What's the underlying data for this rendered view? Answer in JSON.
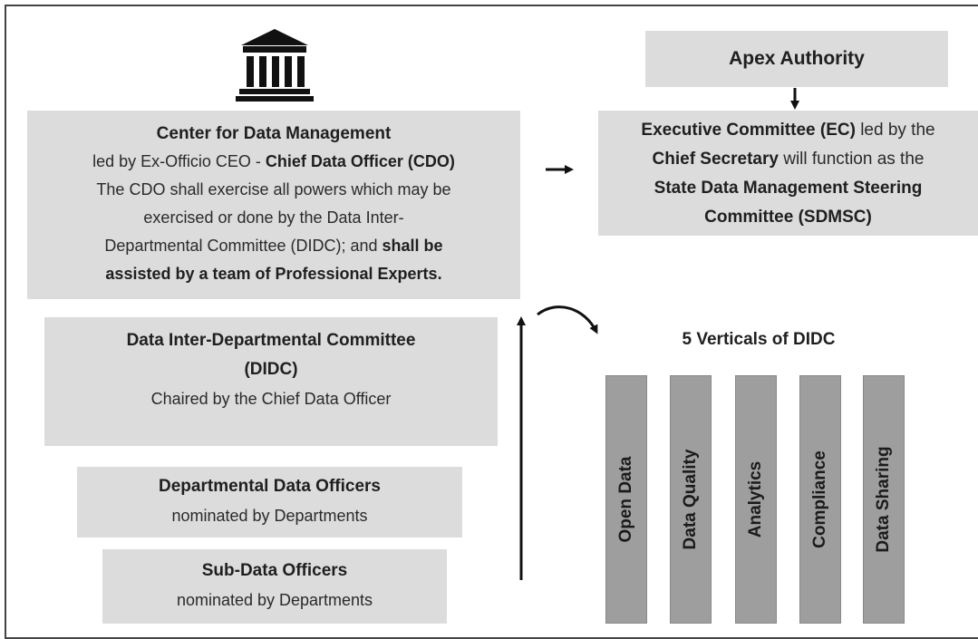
{
  "cdm": {
    "title": "Center for Data Management",
    "line2_a": "led by Ex-Officio CEO - ",
    "line2_b": "Chief Data Officer (CDO)",
    "line3": "The CDO shall exercise all powers which may be",
    "line4": "exercised or done by the Data Inter-",
    "line5_a": "Departmental Committee (DIDC); and ",
    "line5_b": "shall be",
    "line6": "assisted by a team of Professional Experts."
  },
  "apex": {
    "label": "Apex Authority"
  },
  "ec": {
    "l1_a": "Executive Committee (EC)",
    "l1_b": " led by the",
    "l2_a": "Chief Secretary",
    "l2_b": " will function as the",
    "l3": "State Data Management Steering",
    "l4": "Committee (SDMSC)"
  },
  "didc": {
    "l1": "Data Inter-Departmental Committee",
    "l2": "(DIDC)",
    "l3": "Chaired by the Chief Data Officer"
  },
  "ddo": {
    "title": "Departmental Data Officers",
    "sub": "nominated by Departments"
  },
  "sdo": {
    "title": "Sub-Data Officers",
    "sub": "nominated by Departments"
  },
  "verticals": {
    "heading": "5 Verticals of DIDC",
    "items": [
      "Open Data",
      "Data Quality",
      "Analytics",
      "Compliance",
      "Data Sharing"
    ]
  },
  "icons": {
    "building": "government-building-icon"
  },
  "colors": {
    "box": "#dcdcdc",
    "vertical": "#9e9e9e",
    "text": "#222222"
  }
}
